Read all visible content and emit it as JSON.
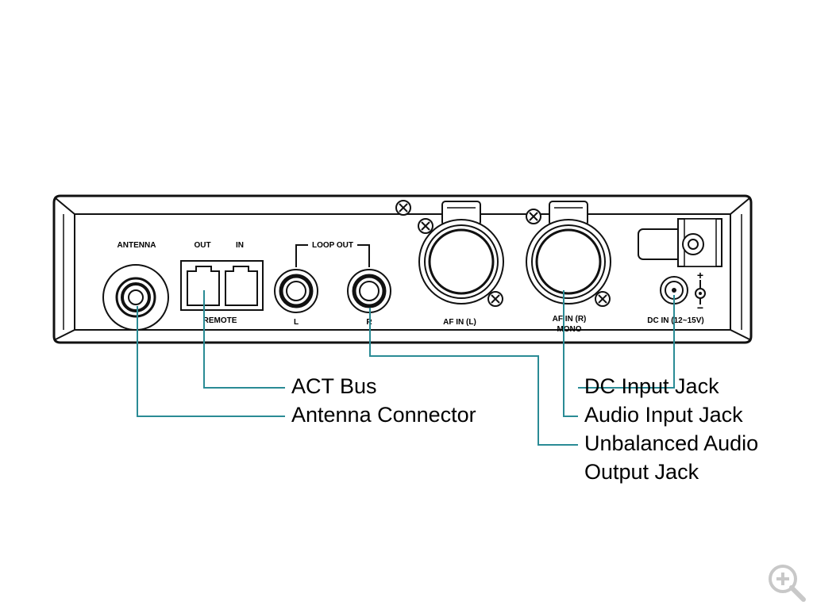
{
  "panel": {
    "antenna": "ANTENNA",
    "out": "OUT",
    "in": "IN",
    "remote": "REMOTE",
    "loop_out": "LOOP OUT",
    "l": "L",
    "r": "R",
    "af_in_l": "AF IN (L)",
    "af_in_r": "AF IN (R)",
    "mono": "MONO",
    "dc_in": "DC IN (12~15V)",
    "plus": "+",
    "minus": "−"
  },
  "callouts": {
    "act_bus": "ACT Bus",
    "antenna_connector": "Antenna Connector",
    "dc_input_jack": "DC Input Jack",
    "audio_input_jack": "Audio Input Jack",
    "unbalanced_line1": "Unbalanced Audio",
    "unbalanced_line2": "Output Jack"
  },
  "colors": {
    "leader": "#2a8b95",
    "outline": "#111111"
  },
  "icons": {
    "zoom": "zoom-in-icon"
  }
}
